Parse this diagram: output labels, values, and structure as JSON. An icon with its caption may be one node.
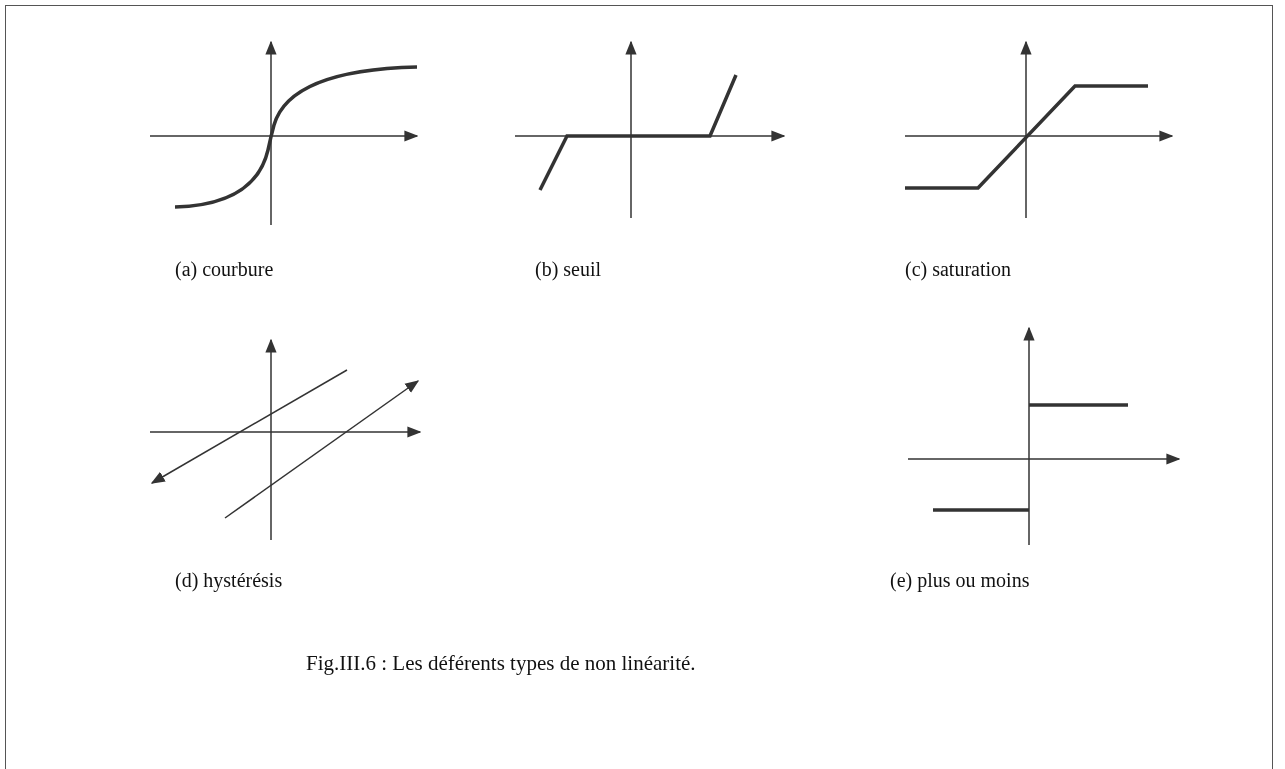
{
  "diagram": {
    "caption": "Fig.III.6 : Les déférents types de non linéarité.",
    "labels": [
      "(a) courbure",
      "(b) seuil",
      "(c) saturation",
      "(d) hystérésis",
      "(e) plus ou moins"
    ]
  }
}
